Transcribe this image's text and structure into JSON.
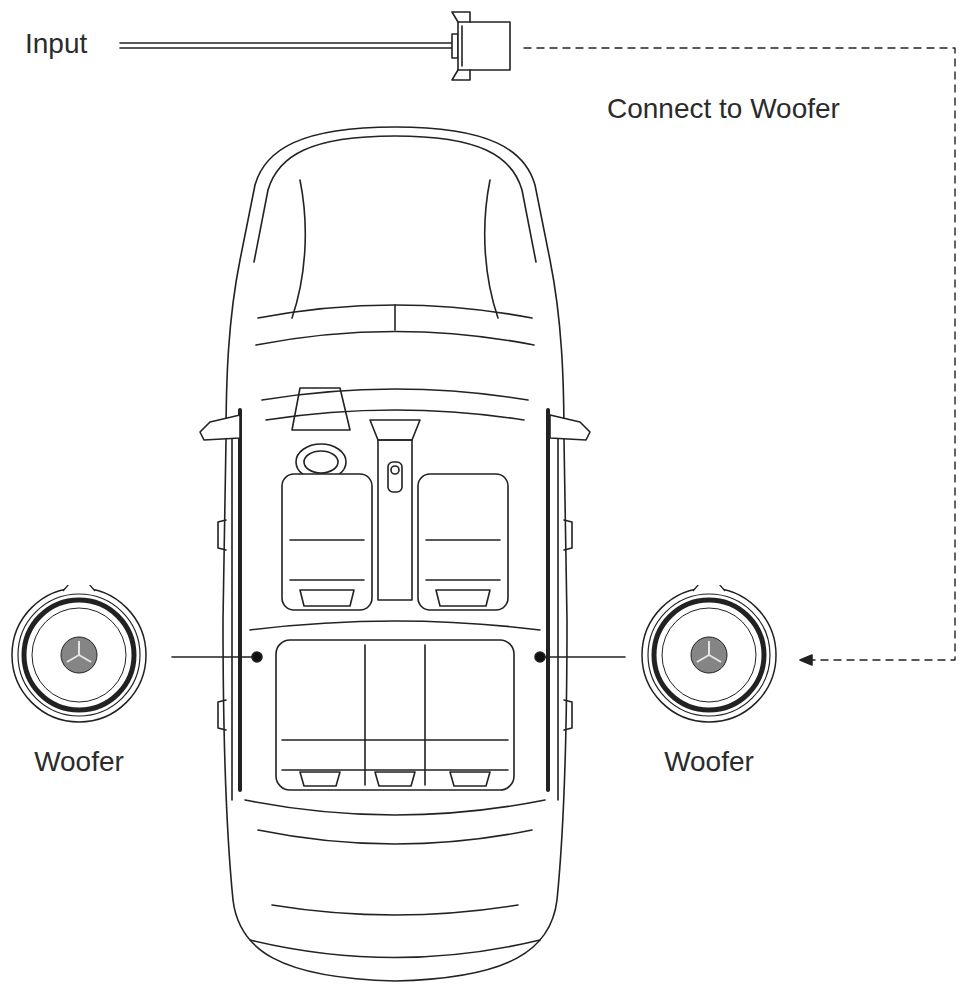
{
  "diagram": {
    "nodes": [
      {
        "text": [
          "Woofer"
        ]
      },
      {
        "text": [
          "Woofer"
        ]
      }
    ],
    "labels": [
      "Input",
      "Connect to Woofer"
    ]
  }
}
